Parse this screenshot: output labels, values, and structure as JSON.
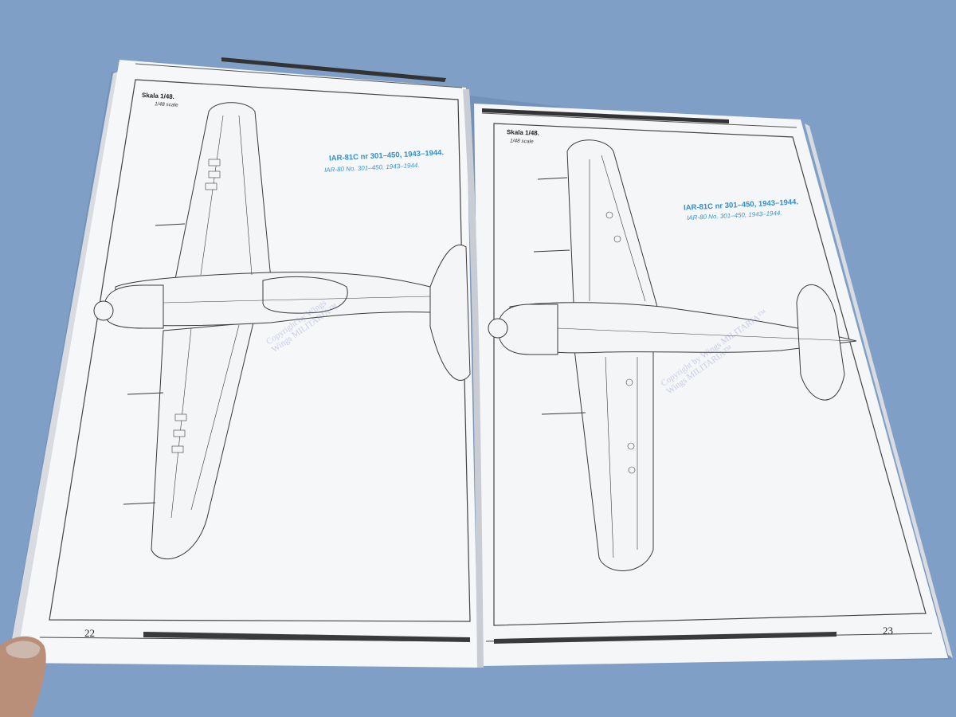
{
  "left_page": {
    "scale_label": "Skala 1/48.",
    "scale_sub": "1/48 scale",
    "caption_line1": "IAR-81C nr 301–450, 1943–1944.",
    "caption_line2": "IAR-80 No. 301–450, 1943–1944.",
    "page_number": "22",
    "watermark_line1": "Copyright by Wings",
    "watermark_line2": "Wings MILITARIA™"
  },
  "right_page": {
    "scale_label": "Skala 1/48.",
    "scale_sub": "1/48 scale",
    "caption_line1": "IAR-81C nr 301–450, 1943–1944.",
    "caption_line2": "IAR-80 No. 301–450, 1943–1944.",
    "page_number": "23",
    "watermark_line1": "Copyright by Wings MILITARIA™",
    "watermark_line2": "Wings MILITARIA™"
  },
  "colors": {
    "background": "#7f9fc7",
    "paper": "#f5f6f8",
    "caption_blue": "#2f8fd0",
    "line_art": "#3a3a3a"
  }
}
